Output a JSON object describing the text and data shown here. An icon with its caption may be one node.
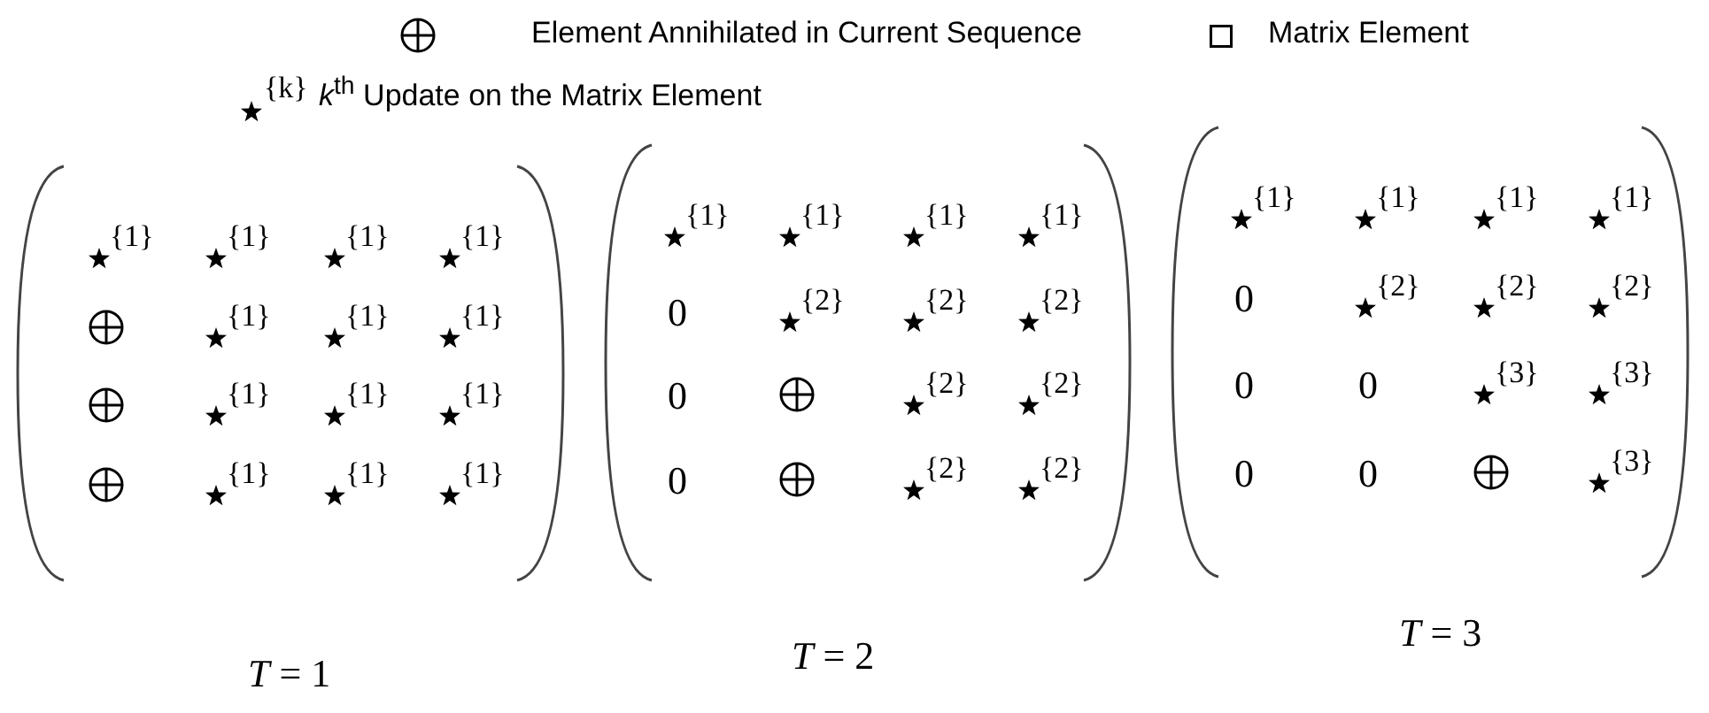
{
  "diagram": {
    "labels": [
      "{k}",
      "{1}",
      "{1}",
      "{1}",
      "{1}",
      "{1}",
      "{1}",
      "{1}",
      "{1}",
      "{1}",
      "{1}",
      "{1}",
      "{1}",
      "{1}",
      "{1}",
      "{1}",
      "{1}",
      "{1}",
      "0",
      "{2}",
      "{2}",
      "{2}",
      "0",
      "{2}",
      "{2}",
      "0",
      "{2}",
      "{2}",
      "{1}",
      "{1}",
      "{1}",
      "{1}",
      "0",
      "{2}",
      "{2}",
      "{2}",
      "0",
      "0",
      "{3}",
      "{3}",
      "0",
      "0",
      "{3}",
      "*T* = 1",
      "*T* = 2",
      "*T* = 3"
    ],
    "legend": [
      {
        "text": "Element Annihilated in Current Sequence"
      },
      {
        "text": "Matrix Element"
      },
      {
        "text": "*k*$^{th}$ Update on the  Matrix Element"
      }
    ]
  }
}
